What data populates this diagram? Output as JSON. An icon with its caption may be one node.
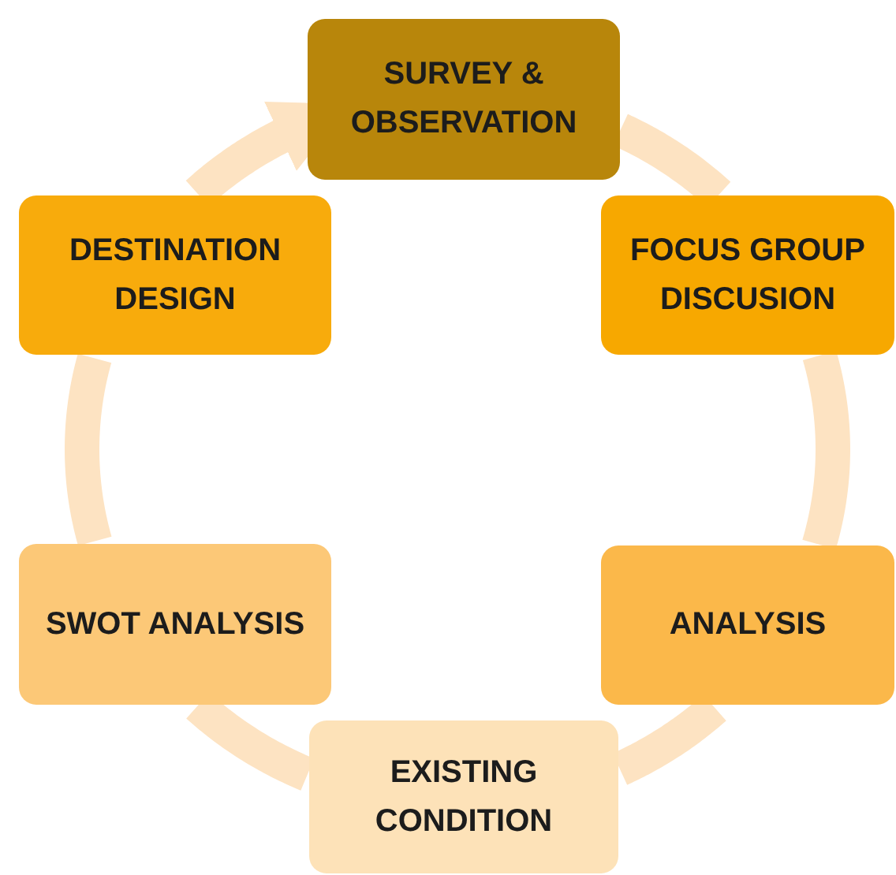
{
  "diagram": {
    "nodes": [
      {
        "text": [
          "SURVEY & OBSERVATION"
        ]
      },
      {
        "text": [
          "FOCUS GROUP DISCUSION"
        ]
      },
      {
        "text": [
          "ANALYSIS"
        ]
      },
      {
        "text": [
          "EXISTING CONDITION"
        ]
      },
      {
        "text": [
          "SWOT ANALYSIS"
        ]
      },
      {
        "text": [
          "DESTINATION DESIGN"
        ]
      }
    ],
    "edges": [
      {
        "from": 0,
        "to": 1,
        "arrow": "none"
      },
      {
        "from": 1,
        "to": 2,
        "arrow": "none"
      },
      {
        "from": 2,
        "to": 3,
        "arrow": "none"
      },
      {
        "from": 3,
        "to": 4,
        "arrow": "none"
      },
      {
        "from": 4,
        "to": 5,
        "arrow": "none"
      },
      {
        "from": 5,
        "to": 0,
        "arrow": "to"
      }
    ]
  }
}
